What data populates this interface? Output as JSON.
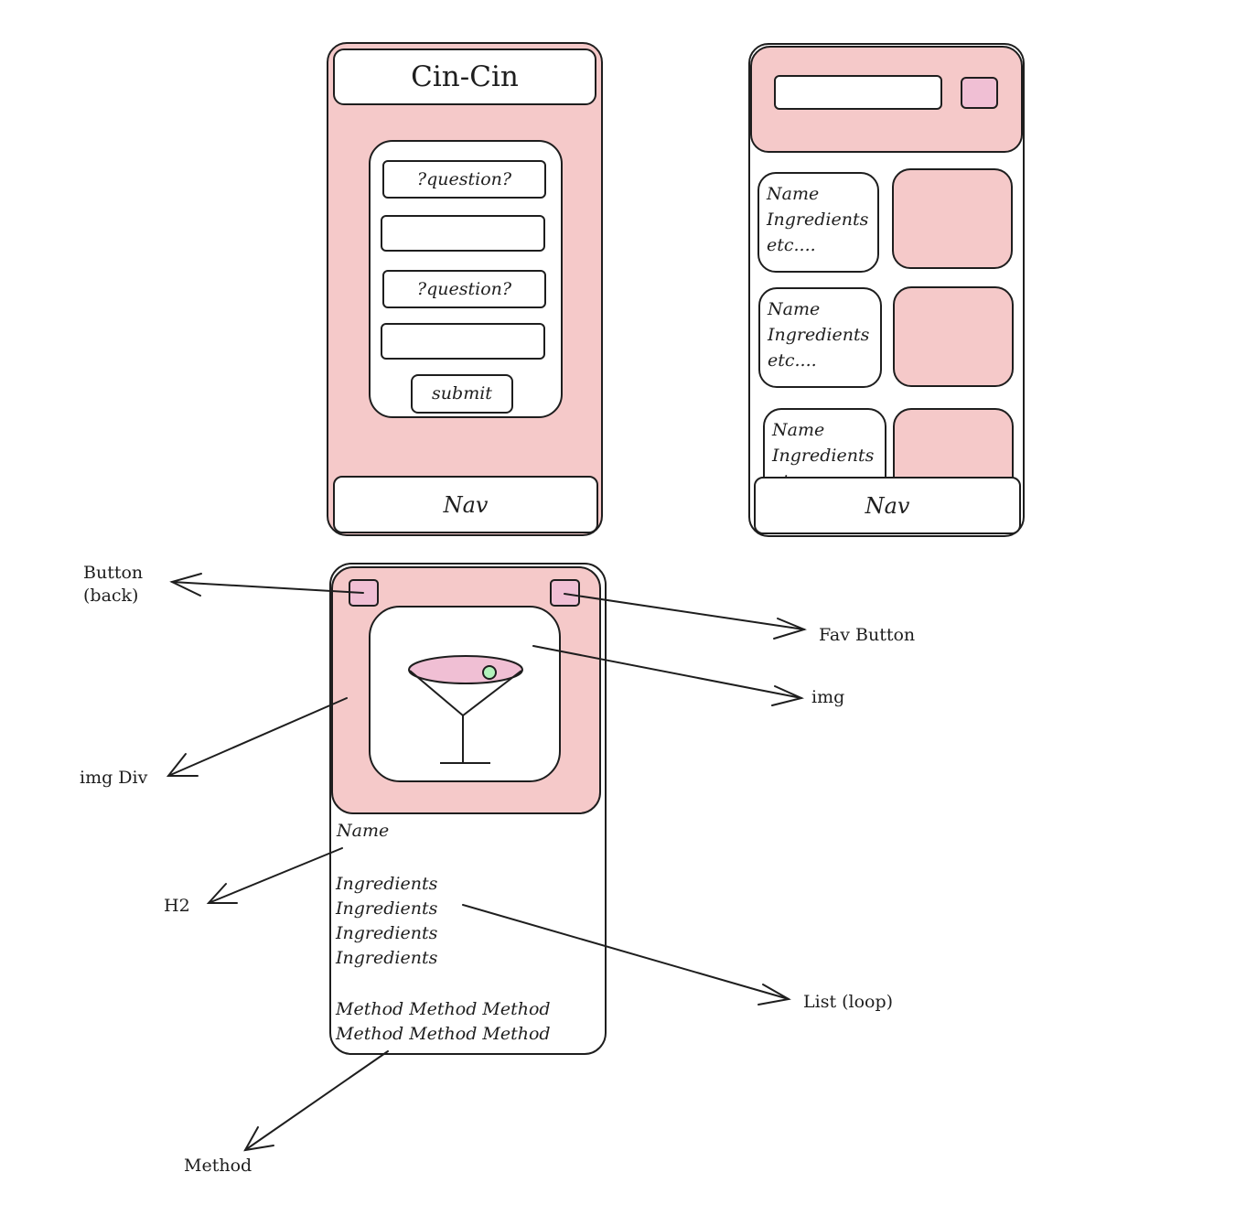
{
  "screen1": {
    "title": "Cin-Cin",
    "question1": "?question?",
    "question2": "?question?",
    "submit": "submit",
    "nav": "Nav"
  },
  "screen2": {
    "cards": [
      {
        "lines": [
          "Name",
          "Ingredients",
          "etc...."
        ]
      },
      {
        "lines": [
          "Name",
          "Ingredients",
          "etc...."
        ]
      },
      {
        "lines": [
          "Name",
          "Ingredients",
          "etc...."
        ]
      }
    ],
    "nav": "Nav"
  },
  "screen3": {
    "name": "Name",
    "ingredients": [
      "Ingredients",
      "Ingredients",
      "Ingredients",
      "Ingredients"
    ],
    "method_lines": [
      "Method Method Method",
      "Method Method Method"
    ]
  },
  "annotations": {
    "button_back_line1": "Button",
    "button_back_line2": "(back)",
    "fav_button": "Fav Button",
    "img": "img",
    "img_div": "img Div",
    "h2": "H2",
    "list_loop": "List (loop)",
    "method": "Method"
  },
  "colors": {
    "screen_bg": "#f5c9c9",
    "button_fill": "#f0bfd4",
    "cocktail_liquid": "#f0bfd4",
    "olive": "#b2f2bb",
    "stroke": "#1e1e1e"
  },
  "icons": [
    "cocktail-glass-icon"
  ]
}
